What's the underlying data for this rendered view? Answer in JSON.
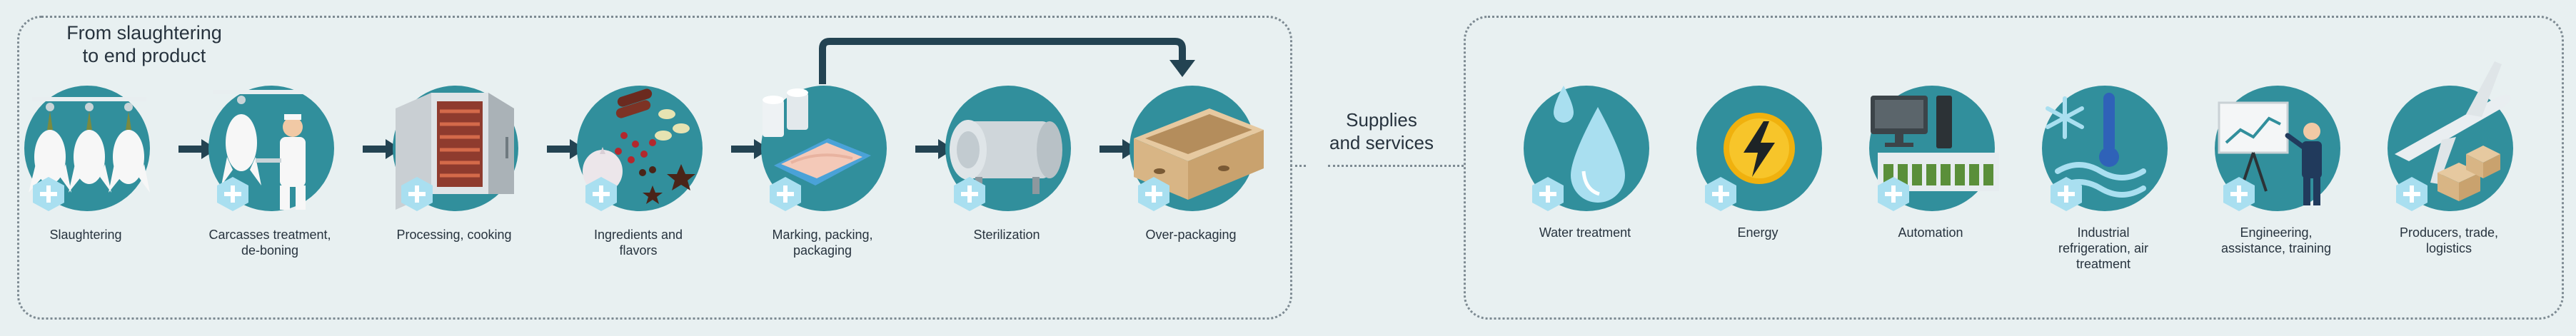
{
  "left_panel": {
    "title_line1": "From slaughtering",
    "title_line2": "to end product",
    "steps": [
      {
        "label_line1": "Slaughtering",
        "label_line2": "",
        "icon": "hanging-poultry-icon"
      },
      {
        "label_line1": "Carcasses treatment,",
        "label_line2": "de-boning",
        "icon": "butcher-worker-icon"
      },
      {
        "label_line1": "Processing, cooking",
        "label_line2": "",
        "icon": "smoking-oven-icon"
      },
      {
        "label_line1": "Ingredients and",
        "label_line2": "flavors",
        "icon": "spices-garlic-icon"
      },
      {
        "label_line1": "Marking, packing,",
        "label_line2": "packaging",
        "icon": "packaged-fillet-icon"
      },
      {
        "label_line1": "Sterilization",
        "label_line2": "",
        "icon": "autoclave-tank-icon"
      },
      {
        "label_line1": "Over-packaging",
        "label_line2": "",
        "icon": "cardboard-box-icon"
      }
    ]
  },
  "middle": {
    "label_line1": "Supplies",
    "label_line2": "and services"
  },
  "right_panel": {
    "items": [
      {
        "label_line1": "Water treatment",
        "label_line2": "",
        "label_line3": "",
        "icon": "water-drops-icon"
      },
      {
        "label_line1": "Energy",
        "label_line2": "",
        "label_line3": "",
        "icon": "lightning-bolt-icon"
      },
      {
        "label_line1": "Automation",
        "label_line2": "",
        "label_line3": "",
        "icon": "computer-control-icon"
      },
      {
        "label_line1": "Industrial",
        "label_line2": "refrigeration, air",
        "label_line3": "treatment",
        "icon": "snowflake-thermometer-icon"
      },
      {
        "label_line1": "Engineering,",
        "label_line2": "assistance, training",
        "label_line3": "",
        "icon": "presenter-board-icon"
      },
      {
        "label_line1": "Producers, trade,",
        "label_line2": "logistics",
        "label_line3": "",
        "icon": "airplane-boxes-icon"
      }
    ]
  },
  "colors": {
    "circle": "#318f9c",
    "arrow": "#234352",
    "plus_badge": "#a9dff0",
    "text": "#27333e",
    "background": "#e8f0f1"
  }
}
